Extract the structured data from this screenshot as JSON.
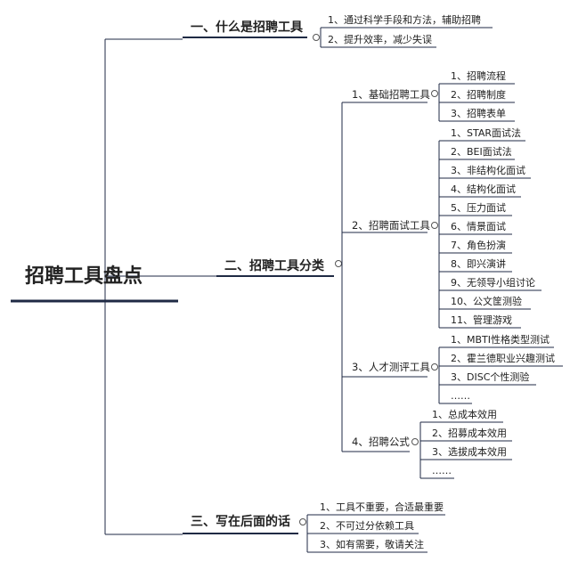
{
  "root": "招聘工具盘点",
  "branches": {
    "b1": {
      "title": "一、什么是招聘工具",
      "items": [
        "1、通过科学手段和方法，辅助招聘",
        "2、提升效率，减少失误"
      ]
    },
    "b2": {
      "title": "二、招聘工具分类",
      "subs": {
        "s1": {
          "title": "1、基础招聘工具",
          "items": [
            "1、招聘流程",
            "2、招聘制度",
            "3、招聘表单"
          ]
        },
        "s2": {
          "title": "2、招聘面试工具",
          "items": [
            "1、STAR面试法",
            "2、BEI面试法",
            "3、非结构化面试",
            "4、结构化面试",
            "5、压力面试",
            "6、情景面试",
            "7、角色扮演",
            "8、即兴演讲",
            "9、无领导小组讨论",
            "10、公文筐测验",
            "11、管理游戏"
          ]
        },
        "s3": {
          "title": "3、人才测评工具",
          "items": [
            "1、MBTI性格类型测试",
            "2、霍兰德职业兴趣测试",
            "3、DISC个性测验",
            "……"
          ]
        },
        "s4": {
          "title": "4、招聘公式",
          "items": [
            "1、总成本效用",
            "2、招募成本效用",
            "3、选拔成本效用",
            "……"
          ]
        }
      }
    },
    "b3": {
      "title": "三、写在后面的话",
      "items": [
        "1、工具不重要，合适最重要",
        "2、不可过分依赖工具",
        "3、如有需要，敬请关注"
      ]
    }
  }
}
